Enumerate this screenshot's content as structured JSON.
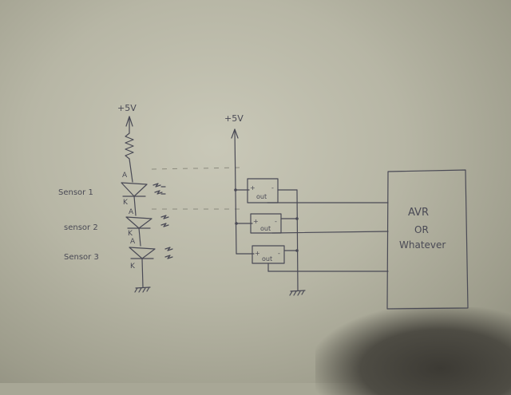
{
  "supply": {
    "left_label": "+5V",
    "right_label": "+5V"
  },
  "sensors": [
    {
      "label": "Sensor 1",
      "anode": "A",
      "cathode": "K"
    },
    {
      "label": "sensor 2",
      "anode": "A",
      "cathode": "K"
    },
    {
      "label": "Sensor 3",
      "anode": "A",
      "cathode": "K"
    }
  ],
  "comparators": [
    {
      "plus": "+",
      "minus": "-",
      "out": "out"
    },
    {
      "plus": "+",
      "minus": "-",
      "out": "out"
    },
    {
      "plus": "+",
      "minus": "-",
      "out": "out"
    }
  ],
  "controller": {
    "line1": "AVR",
    "line2": "OR",
    "line3": "Whatever"
  }
}
